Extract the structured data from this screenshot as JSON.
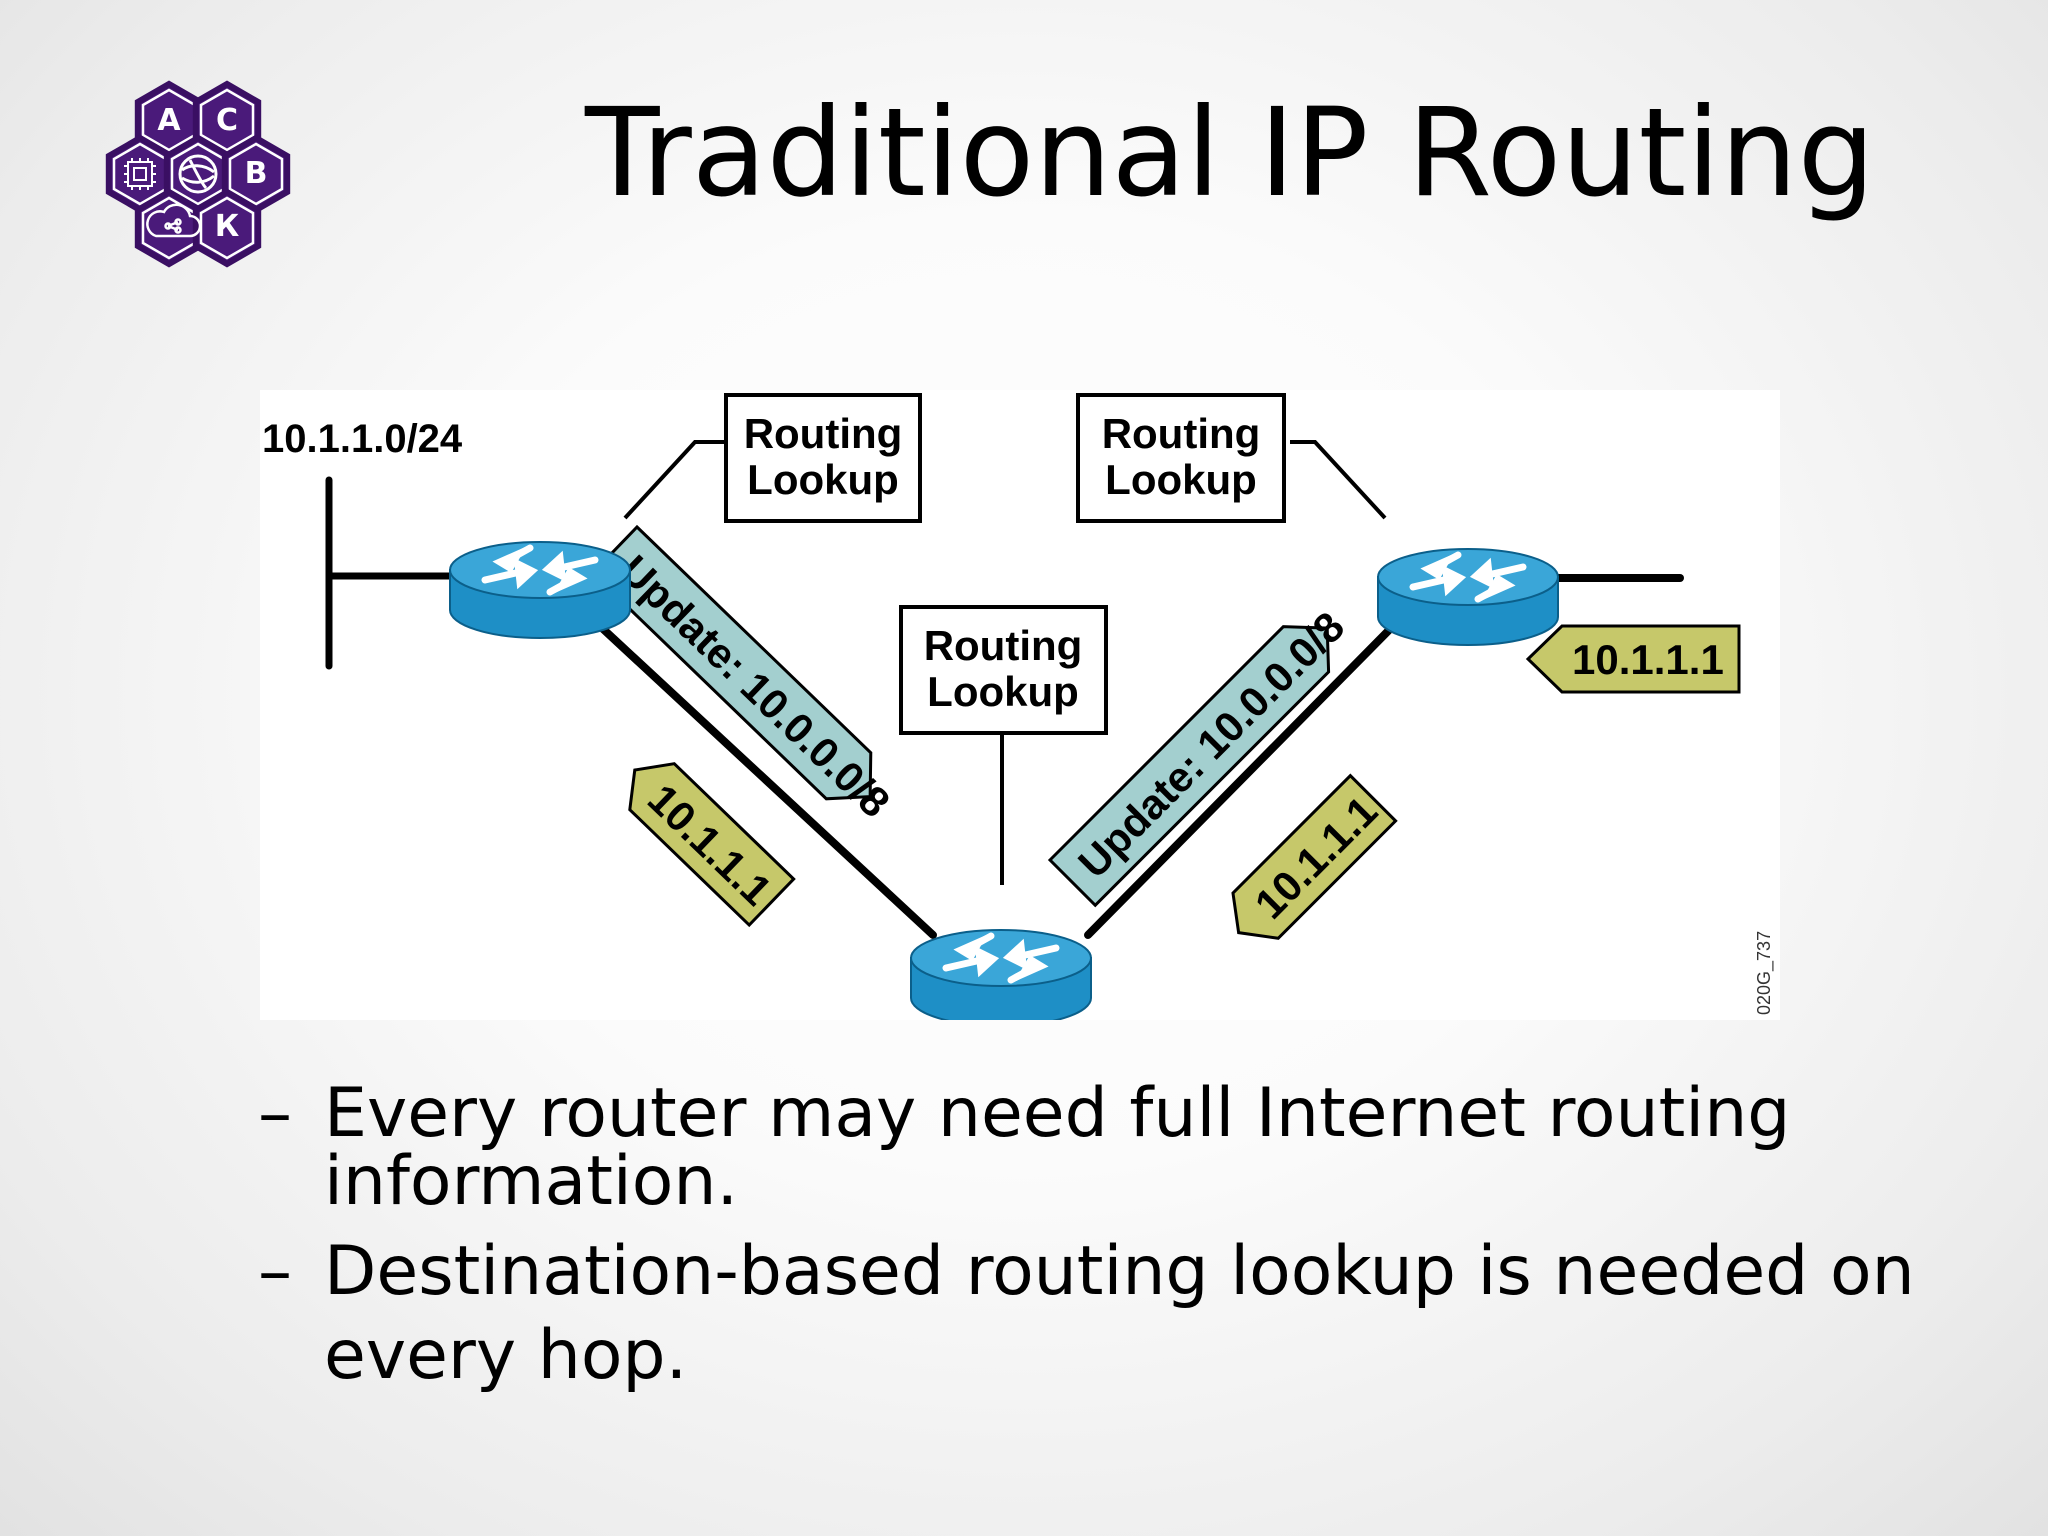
{
  "slide": {
    "title": "Traditional IP Routing",
    "logo": {
      "letters": [
        "А",
        "С",
        "В",
        "К"
      ],
      "color": "#4a1a7a"
    },
    "bullets": [
      {
        "dash": "–",
        "text": "Every router may need full Internet routing information."
      },
      {
        "dash": "–",
        "text": "Destination-based routing lookup is needed on every hop."
      }
    ]
  },
  "diagram": {
    "network_label": "10.1.1.0/24",
    "lookup_boxes": [
      {
        "line1": "Routing",
        "line2": "Lookup"
      },
      {
        "line1": "Routing",
        "line2": "Lookup"
      },
      {
        "line1": "Routing",
        "line2": "Lookup"
      }
    ],
    "updates": [
      "Update: 10.0.0.0/8",
      "Update: 10.0.0.0/8"
    ],
    "packets": [
      "10.1.1.1",
      "10.1.1.1",
      "10.1.1.1"
    ],
    "figure_code": "020G_737",
    "colors": {
      "router": "#1e8fc6",
      "update_arrow": "#a3cfcf",
      "packet_arrow": "#c6c86a"
    }
  }
}
